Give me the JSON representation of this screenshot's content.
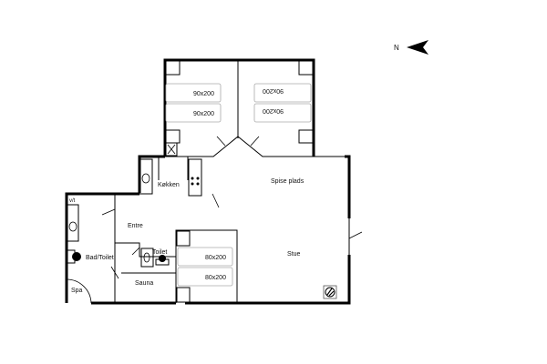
{
  "compass": {
    "label": "N"
  },
  "rooms": {
    "bedroom1_bed1": "90x200",
    "bedroom1_bed2": "90x200",
    "bedroom2_bed1": "90x200",
    "bedroom2_bed2": "90x200",
    "bedroom3_bed1": "80x200",
    "bedroom3_bed2": "80x200",
    "kitchen": "Køkken",
    "dining": "Spise plads",
    "living": "Stue",
    "entrance": "Entre",
    "bathroom": "Bad/Toilet",
    "toilet": "Toilet",
    "sauna": "Sauna",
    "spa": "Spa",
    "washer": "v/t"
  }
}
